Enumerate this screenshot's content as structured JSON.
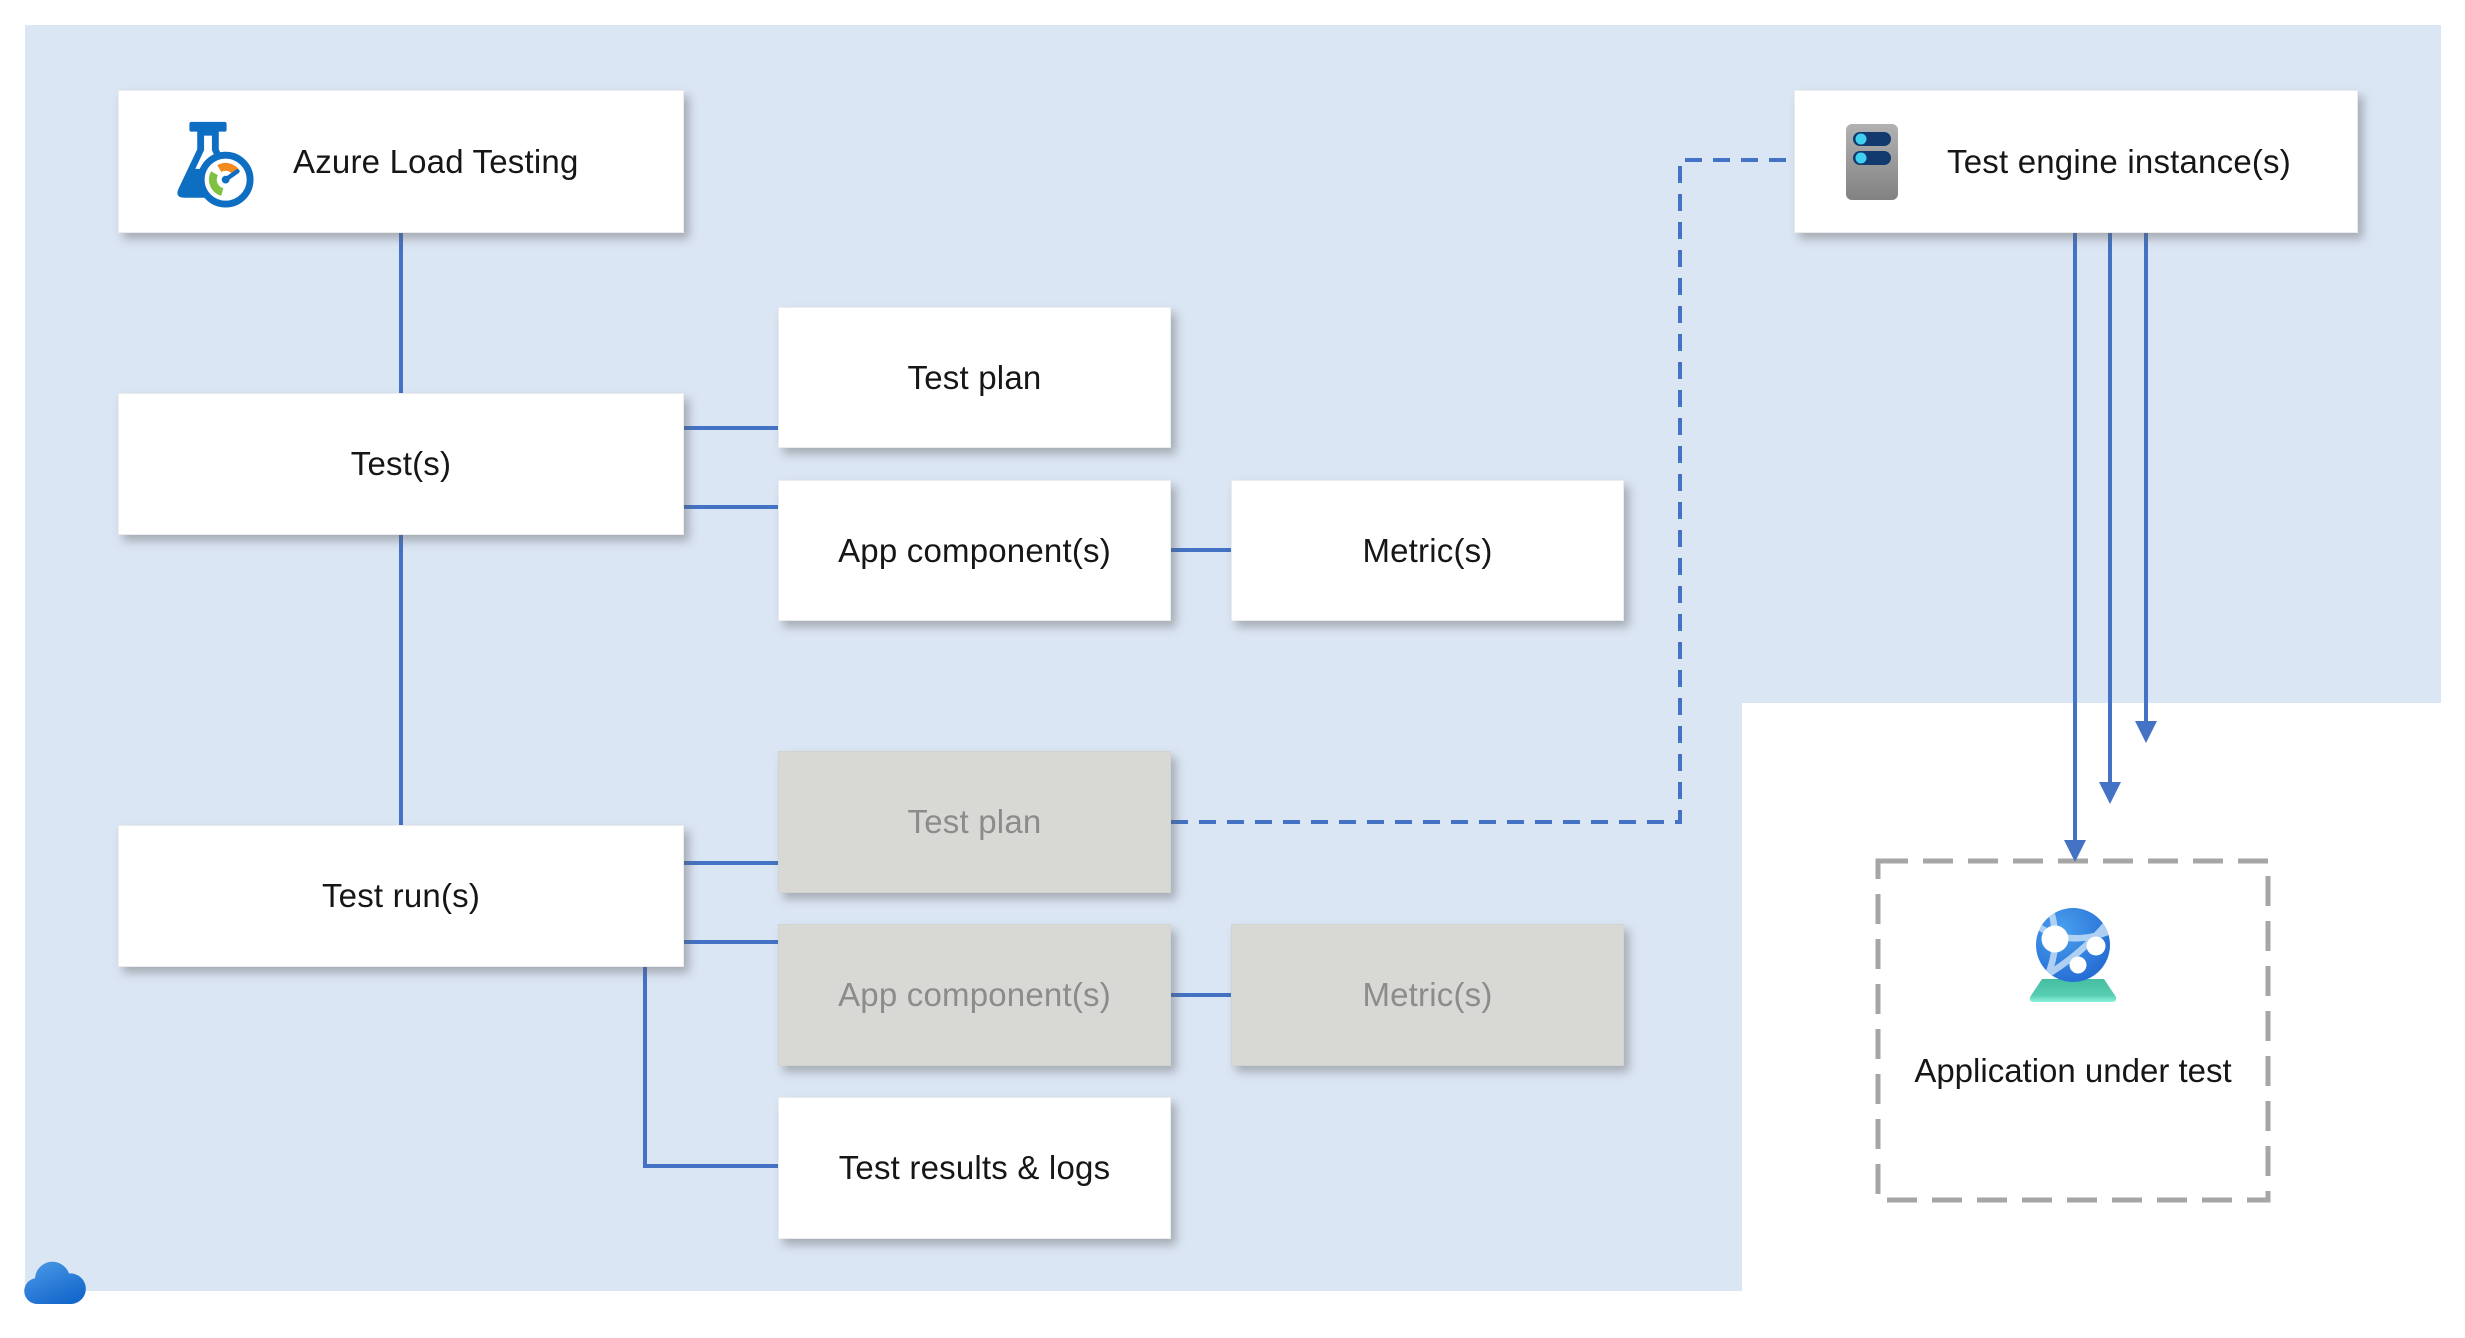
{
  "diagram_title": "Azure Load Testing architecture diagram",
  "colors": {
    "panel_background": "#dbe6f4",
    "external_background": "#ffffff",
    "connector_blue": "#4472c4",
    "node_white_fill": "#ffffff",
    "node_gray_fill": "#d8d8d5",
    "node_gray_text": "#8c8c8c",
    "dashed_box_gray": "#a6a6a6",
    "label_text": "#161616"
  },
  "nodes": {
    "azure_load_testing": {
      "label": "Azure Load Testing"
    },
    "test_engine_instances": {
      "label": "Test engine instance(s)"
    },
    "tests": {
      "label": "Test(s)"
    },
    "test_plan": {
      "label": "Test plan"
    },
    "app_components": {
      "label": "App component(s)"
    },
    "metrics": {
      "label": "Metric(s)"
    },
    "test_runs": {
      "label": "Test run(s)"
    },
    "run_test_plan": {
      "label": "Test plan"
    },
    "run_app_components": {
      "label": "App component(s)"
    },
    "run_metrics": {
      "label": "Metric(s)"
    },
    "test_results_logs": {
      "label": "Test results & logs"
    },
    "application_under_test": {
      "label": "Application under test"
    }
  },
  "icons": {
    "azure_load_testing": "flask-gauge-icon",
    "test_engine_instances": "server-icon",
    "application_under_test": "web-app-globe-icon",
    "bottom_left": "azure-cloud-icon"
  }
}
